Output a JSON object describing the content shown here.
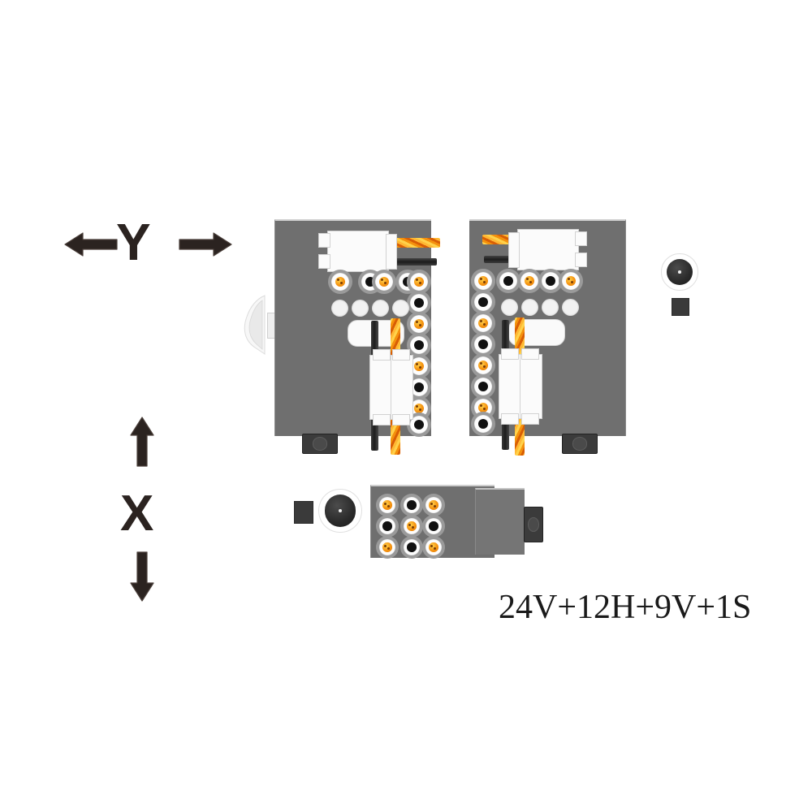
{
  "diagram": {
    "title": "modular camera/sensor mounting configuration diagram",
    "caption": "24V+12H+9V+1S",
    "background_color": "#ffffff"
  },
  "axes": {
    "vertical": {
      "label": "X",
      "name": "x-axis-indicator",
      "arrows": [
        "up",
        "down"
      ],
      "arrow_color": "#2b2320"
    },
    "horizontal": {
      "label": "Y",
      "name": "y-axis-indicator",
      "arrows": [
        "left",
        "right"
      ],
      "arrow_color": "#2b2320"
    }
  },
  "colors": {
    "plate_gray": "#6f6f6f",
    "port_ring_gray": "#9a9a9a",
    "port_orange": "#f4910d",
    "port_black": "#111111",
    "white_block": "#fbfbfb",
    "dark_cable": "#2e2e2e"
  },
  "modules": [
    {
      "name": "left-vertical-module",
      "orientation": "vertical",
      "port_rows": [
        [
          "orange",
          "black",
          "orange",
          "black",
          "orange"
        ]
      ],
      "port_column": [
        "orange",
        "black",
        "orange",
        "black",
        "orange",
        "black",
        "orange",
        "black"
      ],
      "blank_holes": 4,
      "has_side_bracket": true,
      "has_foot": true,
      "cables": [
        "orange-braided",
        "dark-ribbon"
      ]
    },
    {
      "name": "right-vertical-module",
      "orientation": "vertical",
      "port_rows": [
        [
          "orange",
          "black",
          "orange",
          "black",
          "orange"
        ]
      ],
      "port_column": [
        "orange",
        "black",
        "orange",
        "black",
        "orange",
        "black",
        "orange",
        "black"
      ],
      "blank_holes": 4,
      "has_side_bracket": false,
      "has_foot": true,
      "cables": [
        "orange-braided",
        "dark-ribbon"
      ]
    },
    {
      "name": "bottom-horizontal-module",
      "orientation": "horizontal",
      "port_grid": [
        [
          "orange",
          "black",
          "orange"
        ],
        [
          "black",
          "orange",
          "black"
        ],
        [
          "orange",
          "black",
          "orange"
        ]
      ],
      "has_lens": true,
      "has_end_connector": true
    },
    {
      "name": "standalone-lens-module",
      "orientation": "upright",
      "has_lens": true,
      "has_stem": true
    }
  ]
}
